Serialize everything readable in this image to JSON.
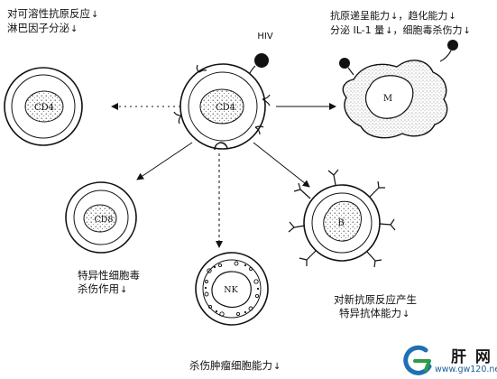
{
  "nodes": {
    "hiv": "HIV",
    "cd4_left": "CD4",
    "cd4_center": "CD4",
    "cd8": "CD8",
    "nk": "NK",
    "b": "B",
    "m": "M"
  },
  "annotations": {
    "top_left_line1": "对可溶性抗原反应",
    "top_left_line2": "淋巴因子分泌",
    "top_right_line1": "抗原递呈能力",
    "top_right_line1b": "，趋化能力",
    "top_right_line2": "分泌 IL-1 量",
    "top_right_line2b": "，细胞毒杀伤力",
    "cd8_line1": "特异性细胞毒",
    "cd8_line2": "杀伤作用",
    "b_line1": "对新抗原反应产生",
    "b_line2": "特异抗体能力",
    "nk_line1": "杀伤肿瘤细胞能力"
  },
  "watermark": {
    "title": "肝 网",
    "url": "www.gw120.net"
  },
  "colors": {
    "line": "#111111",
    "stipple": "#555555",
    "watermark_blue": "#1f6fb4",
    "watermark_green": "#2e9b46"
  }
}
